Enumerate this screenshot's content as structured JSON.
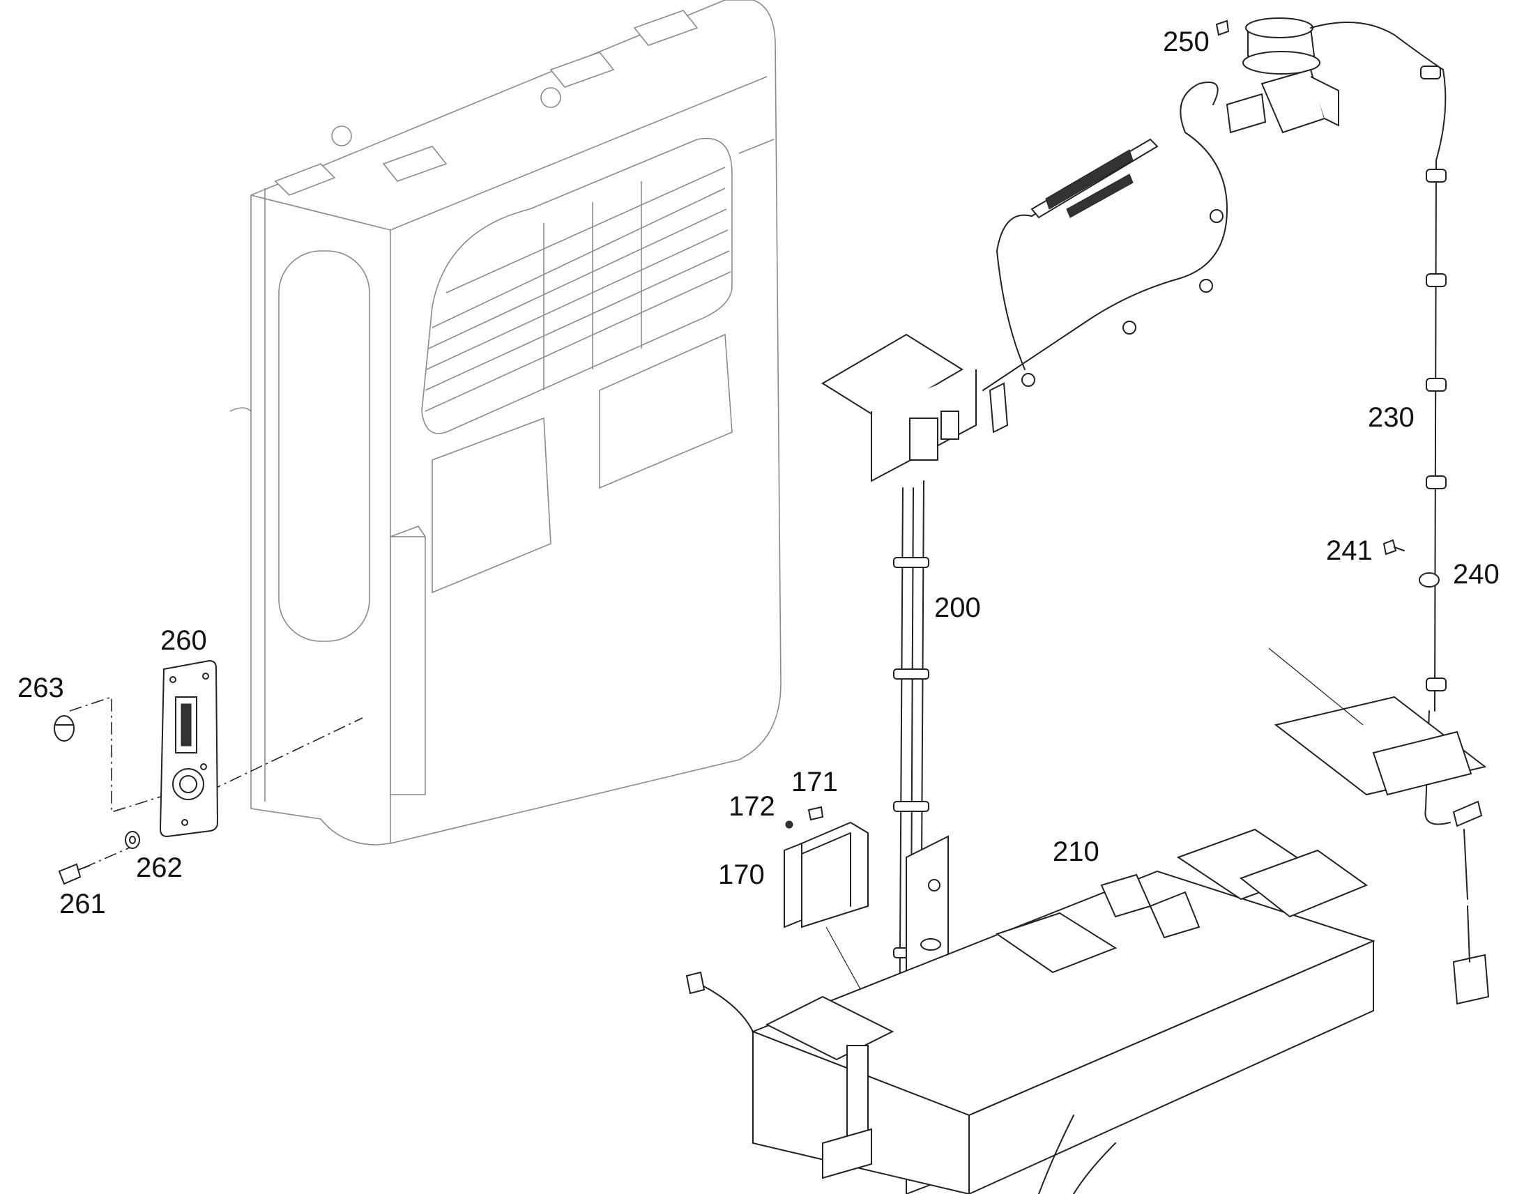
{
  "callouts": {
    "c170": "170",
    "c171": "171",
    "c172": "172",
    "c200": "200",
    "c210": "210",
    "c230": "230",
    "c240": "240",
    "c241": "241",
    "c250": "250",
    "c260": "260",
    "c261": "261",
    "c262": "262",
    "c263": "263"
  }
}
